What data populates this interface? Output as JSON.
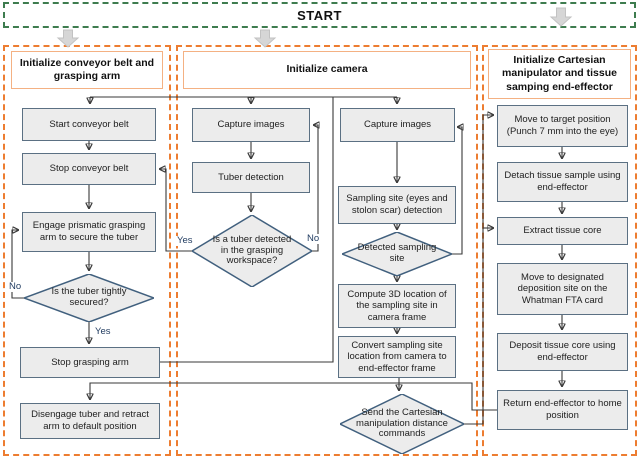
{
  "start": {
    "label": "START"
  },
  "colors": {
    "start_border_green": "#3e7c4f",
    "phase_border_orange": "#ed7d31",
    "header_border_orange": "#f4b183",
    "node_border_slate": "#5b7083",
    "node_fill_gray": "#ececec",
    "connector_gray": "#3a3a3a",
    "branch_label_navy": "#1f3a5f"
  },
  "columns": {
    "left": {
      "header": "Initialize conveyor belt and grasping arm",
      "nodes": {
        "start_belt": "Start conveyor belt",
        "stop_belt": "Stop conveyor belt",
        "engage_arm": "Engage prismatic grasping arm to secure the tuber",
        "secured_q": "Is the tuber tightly secured?",
        "stop_arm": "Stop grasping arm",
        "disengage": "Disengage tuber and retract arm to default position"
      },
      "labels": {
        "no": "No",
        "yes": "Yes"
      }
    },
    "middle": {
      "header": "Initialize camera",
      "nodes": {
        "capture_left": "Capture images",
        "tuber_detect": "Tuber detection",
        "tuber_q": "Is a tuber detected in the grasping workspace?",
        "capture_right": "Capture images",
        "sampling_detect": "Sampling site (eyes and stolon scar) detection",
        "detected_q": "Detected sampling site",
        "compute3d": "Compute 3D location of the sampling site in camera frame",
        "convert": "Convert sampling site location from camera to end-effector frame",
        "send_cmd": "Send the Cartesian manipulation distance commands"
      },
      "labels": {
        "yes": "Yes",
        "no": "No"
      }
    },
    "right": {
      "header": "Initialize Cartesian manipulator and tissue samping end-effector",
      "nodes": {
        "move_target": "Move to target position (Punch 7 mm into the eye)",
        "detach": "Detach tissue sample using end-effector",
        "extract": "Extract tissue core",
        "move_deposit": "Move to designated deposition site on the Whatman FTA card",
        "deposit": "Deposit tissue core using end-effector",
        "return_home": "Return end-effector to home position"
      }
    }
  }
}
